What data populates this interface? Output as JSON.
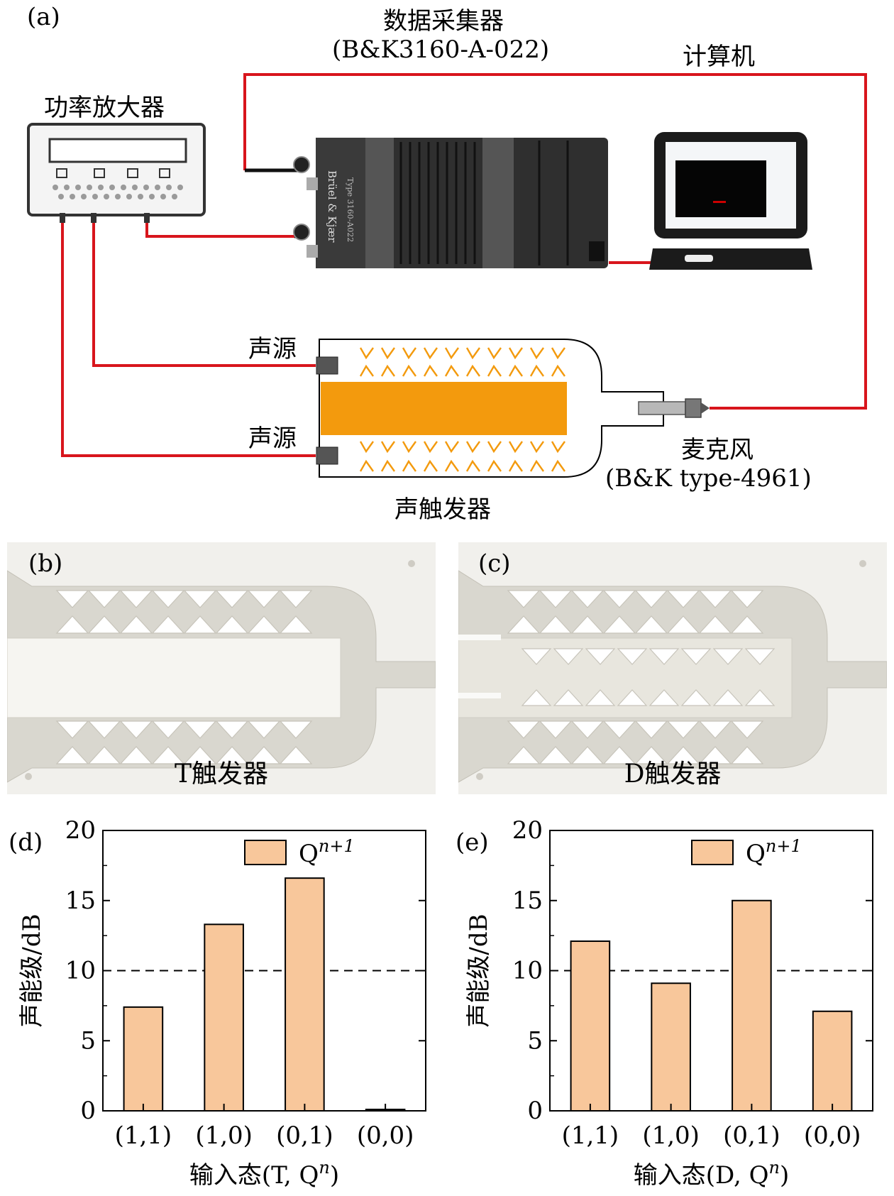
{
  "panel_a": {
    "letter": "(a)",
    "daq_label": "数据采集器",
    "daq_model": "(B&K3160-A-022)",
    "computer_label": "计算机",
    "amplifier_label": "功率放大器",
    "source_label_1": "声源",
    "source_label_2": "声源",
    "microphone_label": "麦克风",
    "microphone_model": "(B&K type-4961)",
    "trigger_label": "声触发器",
    "daq_brand": "Brüel & Kjær",
    "daq_type": "Type 3160-A022",
    "colors": {
      "wire": "#d8151c",
      "orange": "#f39a0d",
      "device": "#2b2b2b"
    }
  },
  "panel_b": {
    "letter": "(b)",
    "caption": "T触发器"
  },
  "panel_c": {
    "letter": "(c)",
    "caption": "D触发器"
  },
  "chart_data": [
    {
      "panel": "(d)",
      "type": "bar",
      "categories": [
        "(1,1)",
        "(1,0)",
        "(0,1)",
        "(0,0)"
      ],
      "values": [
        7.4,
        13.3,
        16.6,
        0.1
      ],
      "ylabel": "声能级/dB",
      "xlabel_prefix": "输入态(T, Q",
      "xlabel_sup": "n",
      "xlabel_suffix": ")",
      "legend_prefix": "Q",
      "legend_sup": "n+1",
      "legend_position": "top-right",
      "ylim": [
        0,
        20
      ],
      "yticks": [
        "0",
        "5",
        "10",
        "15",
        "20"
      ],
      "threshold": 10,
      "bar_color": "#f8c79b"
    },
    {
      "panel": "(e)",
      "type": "bar",
      "categories": [
        "(1,1)",
        "(1,0)",
        "(0,1)",
        "(0,0)"
      ],
      "values": [
        12.1,
        9.1,
        15.0,
        7.1
      ],
      "ylabel": "声能级/dB",
      "xlabel_prefix": "输入态(D, Q",
      "xlabel_sup": "n",
      "xlabel_suffix": ")",
      "legend_prefix": "Q",
      "legend_sup": "n+1",
      "legend_position": "top-right",
      "ylim": [
        0,
        20
      ],
      "yticks": [
        "0",
        "5",
        "10",
        "15",
        "20"
      ],
      "threshold": 10,
      "bar_color": "#f8c79b"
    }
  ]
}
